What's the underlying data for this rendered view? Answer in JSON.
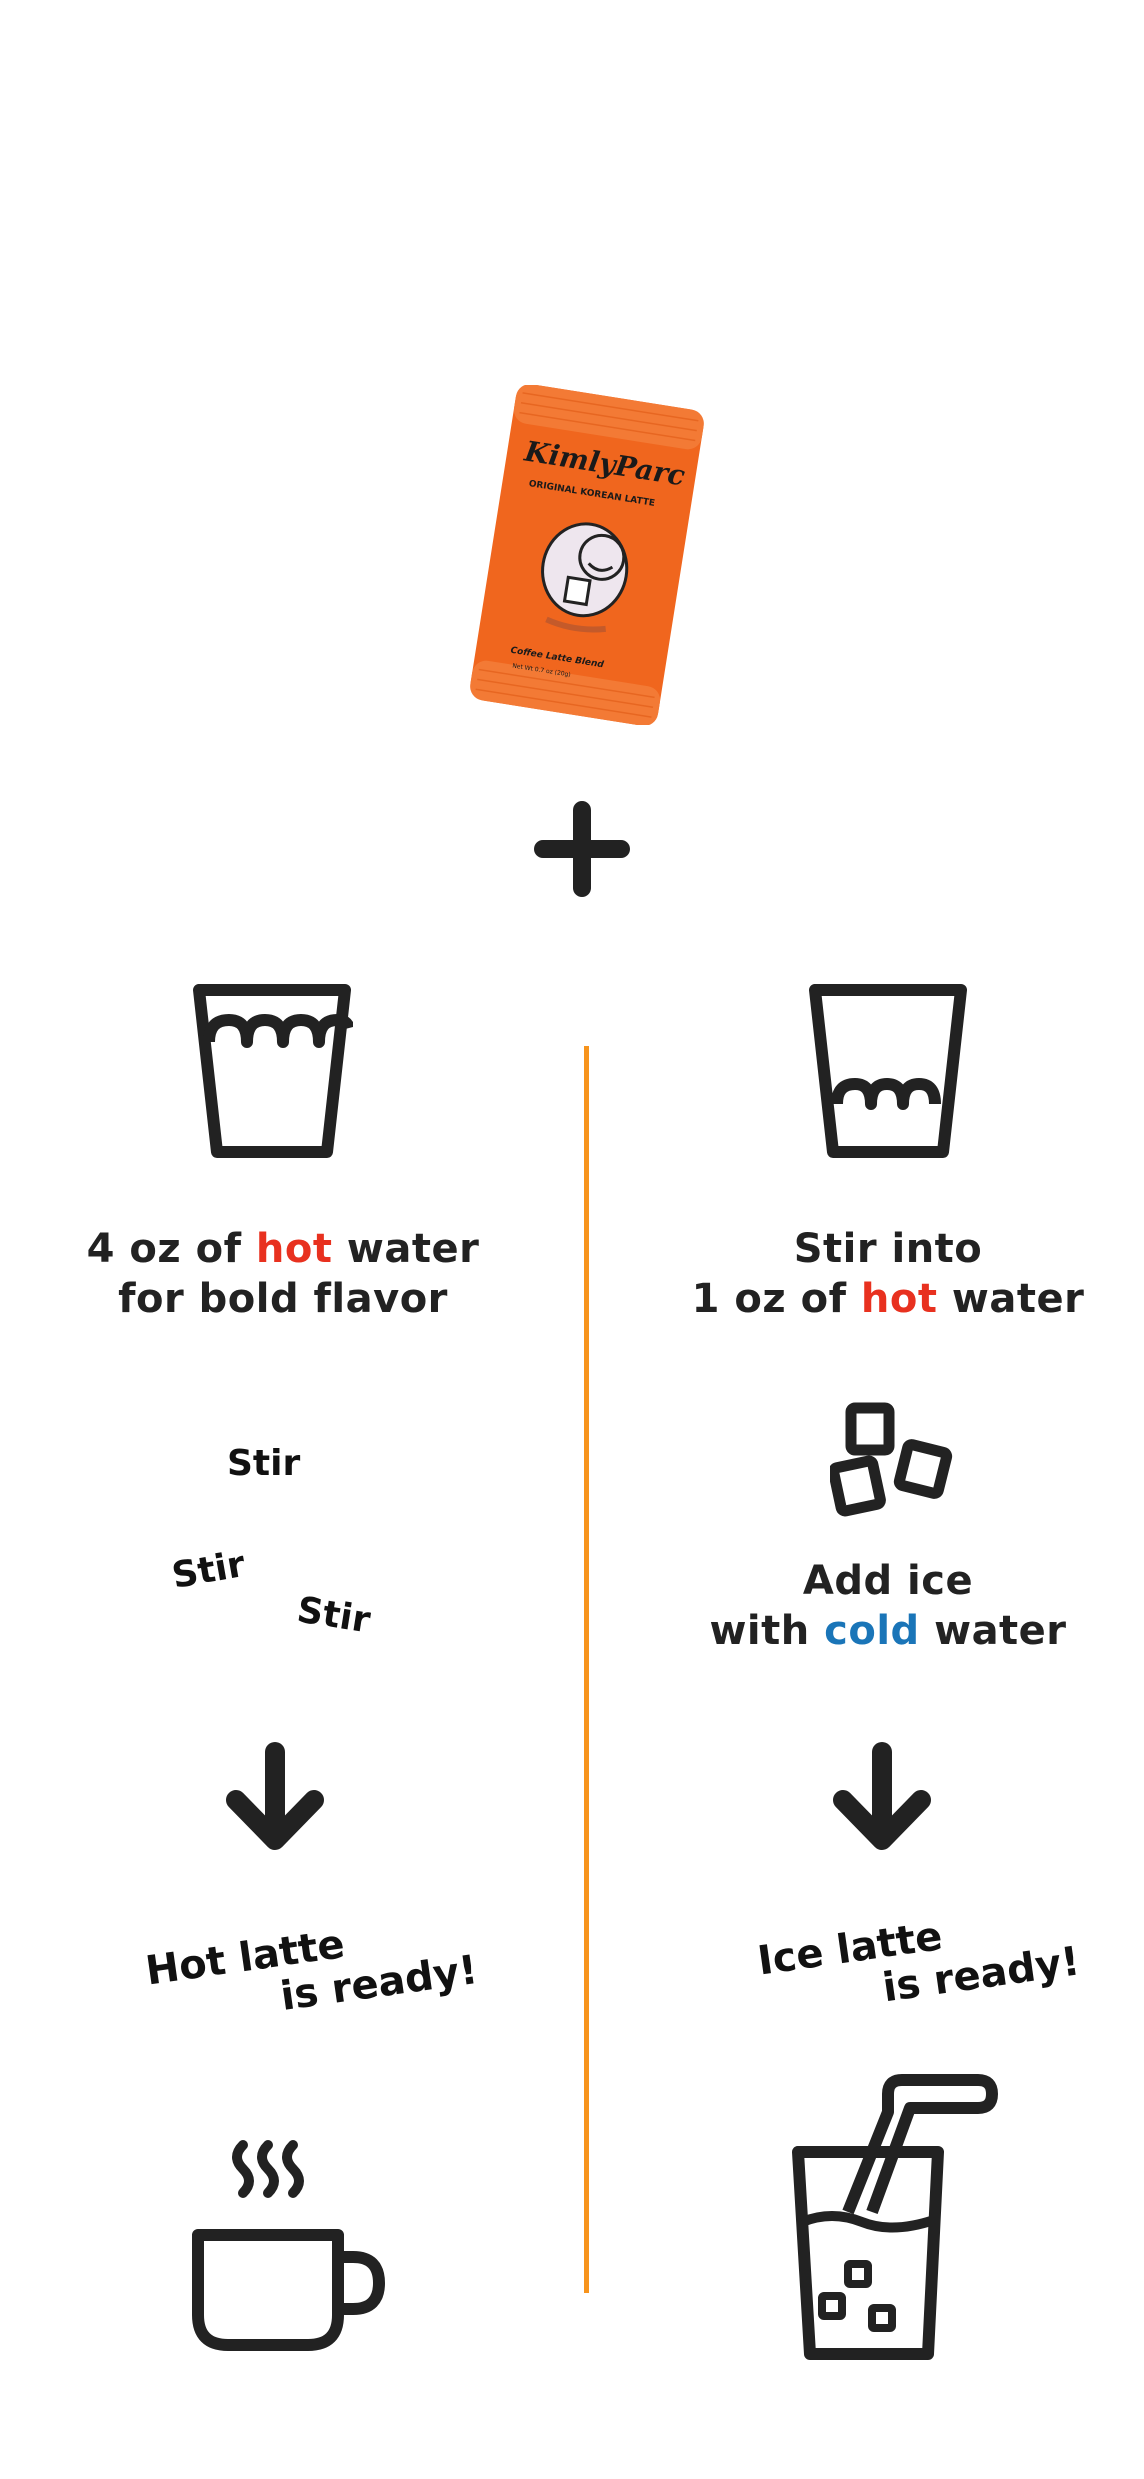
{
  "product": {
    "brand": "KimlyParc",
    "subtitle": "ORIGINAL KOREAN LATTE",
    "flavor": "Coffee Latte Blend",
    "net_weight": "Net Wt 0.7 oz (20g)",
    "color": "#f0661e"
  },
  "colors": {
    "hot": "#e8311f",
    "cold": "#1a75b8",
    "divider": "#f7941d",
    "ink": "#222222"
  },
  "hot_method": {
    "step1_line1_pre": "4 oz of ",
    "step1_line1_hot": "hot",
    "step1_line1_post": " water",
    "step1_line2": "for bold flavor",
    "stir": [
      "Stir",
      "Stir",
      "Stir"
    ],
    "result_line1": "Hot latte",
    "result_line2": "is ready!"
  },
  "iced_method": {
    "step1_line1": "Stir into",
    "step1_line2_pre": "1 oz of ",
    "step1_line2_hot": "hot",
    "step1_line2_post": " water",
    "step2_line1": "Add ice",
    "step2_line2_pre": "with ",
    "step2_line2_cold": "cold",
    "step2_line2_post": " water",
    "result_line1": "Ice latte",
    "result_line2": "is ready!"
  }
}
